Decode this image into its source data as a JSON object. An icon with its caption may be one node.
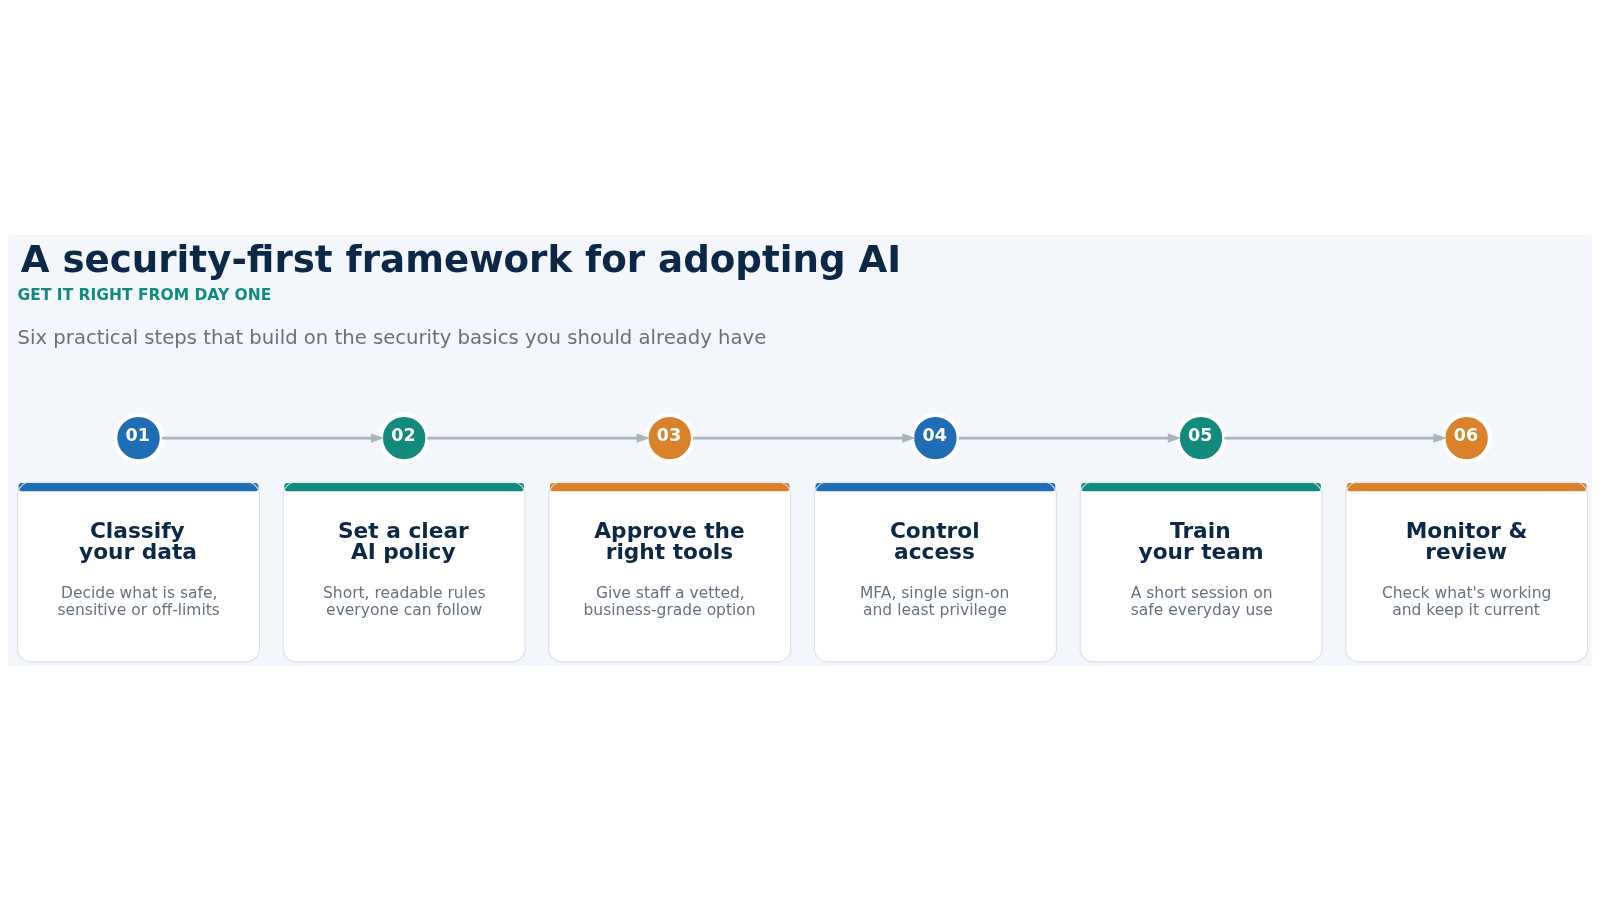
{
  "diagram": {
    "title": "A security-first framework for adopting AI",
    "nodes": [
      {
        "text": [
          "01"
        ]
      },
      {
        "text": [
          "02"
        ]
      },
      {
        "text": [
          "03"
        ]
      },
      {
        "text": [
          "04"
        ]
      },
      {
        "text": [
          "05"
        ]
      },
      {
        "text": [
          "06"
        ]
      },
      {
        "text": [
          "Classify your data",
          "Decide what is safe, sensitive or off-limits"
        ]
      },
      {
        "text": [
          "Set a clear AI policy",
          "Short, readable rules everyone can follow"
        ]
      },
      {
        "text": [
          "Approve the right tools",
          "Give staff a vetted, business-grade option"
        ]
      },
      {
        "text": [
          "Control access",
          "MFA, single sign-on and least privilege"
        ]
      },
      {
        "text": [
          "Train your team",
          "A short session on safe everyday use"
        ]
      },
      {
        "text": [
          "Monitor & review",
          "Check what's working and keep it current"
        ]
      }
    ],
    "edges": [
      {
        "from": 0,
        "to": 1,
        "arrow": "to"
      },
      {
        "from": 1,
        "to": 2,
        "arrow": "to"
      },
      {
        "from": 2,
        "to": 3,
        "arrow": "to"
      },
      {
        "from": 3,
        "to": 4,
        "arrow": "to"
      },
      {
        "from": 4,
        "to": 5,
        "arrow": "to"
      }
    ],
    "labels": [
      "GET IT RIGHT FROM DAY ONE",
      "Six practical steps that build on the security basics you should already have"
    ]
  }
}
